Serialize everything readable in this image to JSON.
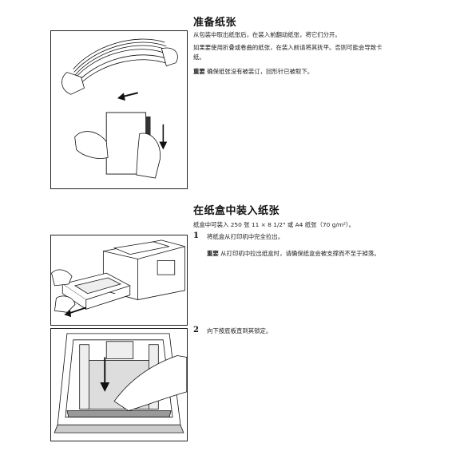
{
  "section1": {
    "title": "准备纸张",
    "para1": "从包装中取出纸张后，在装入前翻动纸张，将它们分开。",
    "para2_line1": "如果要使用折叠或卷曲的纸张，在装入前请将其抚平。否则可能会导致卡",
    "para2_line2": "纸。",
    "note_label": "重要",
    "note_text": "确保纸张没有被装订，回形针已被取下。"
  },
  "section2": {
    "title": "在纸盒中装入纸张",
    "intro": "纸盒中可装入 250 张 11 × 8 1/2\" 或 A4 纸张（70 g/m²）。",
    "step1_num": "1",
    "step1_text": "将纸盒从打印机中完全拉出。",
    "step1_note_label": "重要",
    "step1_note_text": "从打印机中拉出纸盒时，请确保纸盒会被支撑而不至于掉落。",
    "step2_num": "2",
    "step2_text": "向下按底板直到其锁定。"
  }
}
